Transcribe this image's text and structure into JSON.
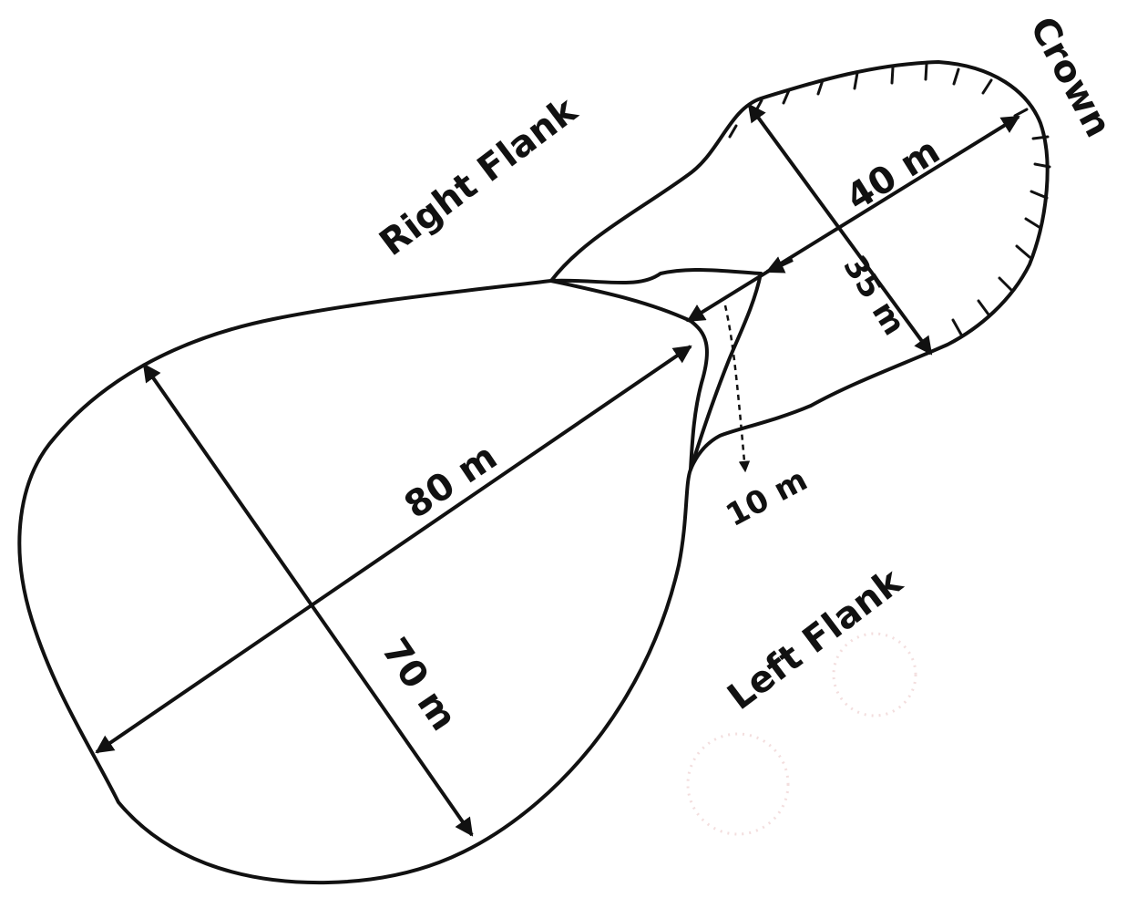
{
  "labels": {
    "crown": "Crown",
    "right_flank": "Right Flank",
    "left_flank": "Left Flank",
    "length_accumulation": "80 m",
    "width_accumulation": "70 m",
    "length_depletion": "40 m",
    "width_depletion": "35 m",
    "depth": "10 m"
  },
  "colors": {
    "line": "#111111",
    "background": "#ffffff"
  }
}
